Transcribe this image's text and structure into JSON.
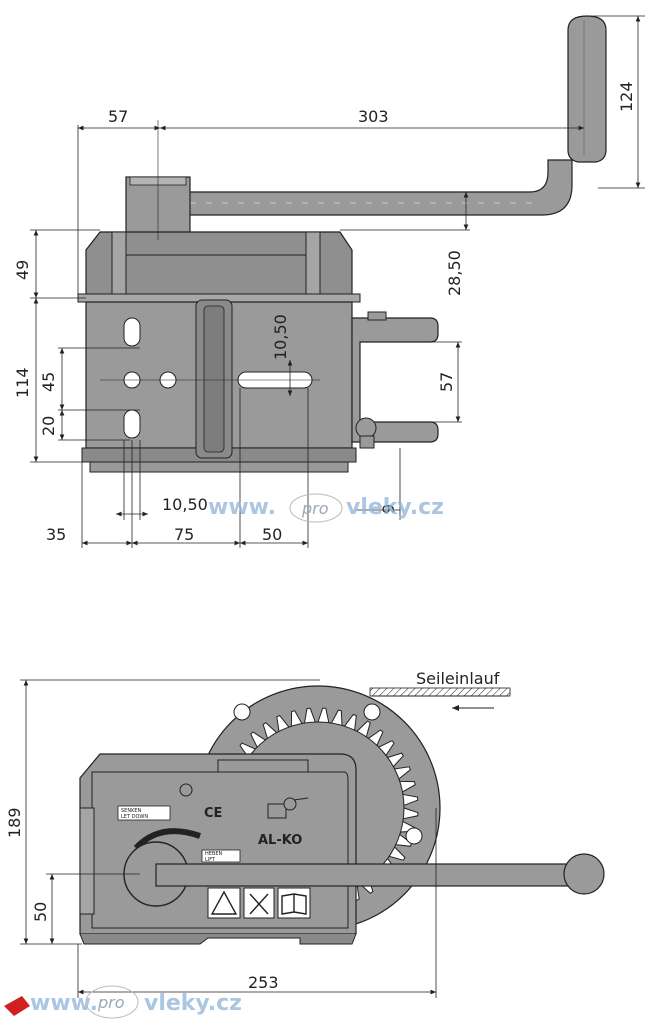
{
  "top_view": {
    "dims": {
      "d57_top": "57",
      "d303": "303",
      "d124": "124",
      "d49": "49",
      "d28_50": "28,50",
      "d114": "114",
      "d45": "45",
      "d20": "20",
      "d10_50_vert": "10,50",
      "d57_right": "57",
      "d10_50_horiz": "10,50",
      "d9": "9",
      "d35": "35",
      "d75": "75",
      "d50": "50"
    }
  },
  "side_view": {
    "dims": {
      "d189": "189",
      "d50": "50",
      "d253": "253"
    },
    "seileinlauf": "Seileinlauf",
    "labels": {
      "senken": "SENKEN",
      "let_down": "LET DOWN",
      "heben": "HEBEN",
      "lift": "LIFT"
    },
    "ce_mark": "CE",
    "brand_logo": "AL-KO"
  },
  "watermark": {
    "www": "www.",
    "pro": "pro",
    "domain": "vleky.cz"
  },
  "colors": {
    "body_fill": "#9a9a9a",
    "body_dark": "#7d7d7d",
    "line": "#222222",
    "watermark": "#8fb3d8"
  }
}
